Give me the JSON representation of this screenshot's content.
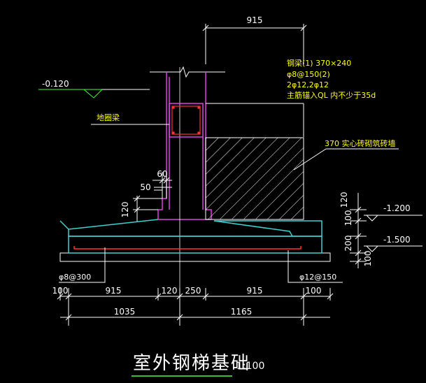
{
  "drawing": {
    "title": "室外钢梯基础",
    "scale": "1:100"
  },
  "elevations": {
    "ground": "-0.120",
    "level_a": "-1.200",
    "level_b": "-1.500"
  },
  "labels": {
    "ground_beam": "地圈梁",
    "brick_wall": "370 实心砖砌筑砖墙",
    "beam_note": [
      "钢梁(1) 370×240",
      "φ8@150(2)",
      "2φ12,2φ12",
      "主筋锚入QL 内不少于35d"
    ],
    "rebar_left": "φ8@300",
    "rebar_right": "φ12@150"
  },
  "dimensions": {
    "top": "915",
    "step_60": "60",
    "step_50": "50",
    "step_120": "120",
    "bottom_row": [
      "100",
      "915",
      "120",
      "250",
      "915",
      "100"
    ],
    "total_row": [
      "1035",
      "1165"
    ],
    "right_col": [
      "120",
      "100",
      "200",
      "100"
    ]
  },
  "colors": {
    "background": "#000000",
    "dimension": "#ffffff",
    "wall": "#e040e0",
    "footing": "#40d0d0",
    "rebar": "#ff3030",
    "text_yellow": "#ffff00",
    "leader": "#ffffff",
    "elevation_mark": "#40ff40"
  }
}
